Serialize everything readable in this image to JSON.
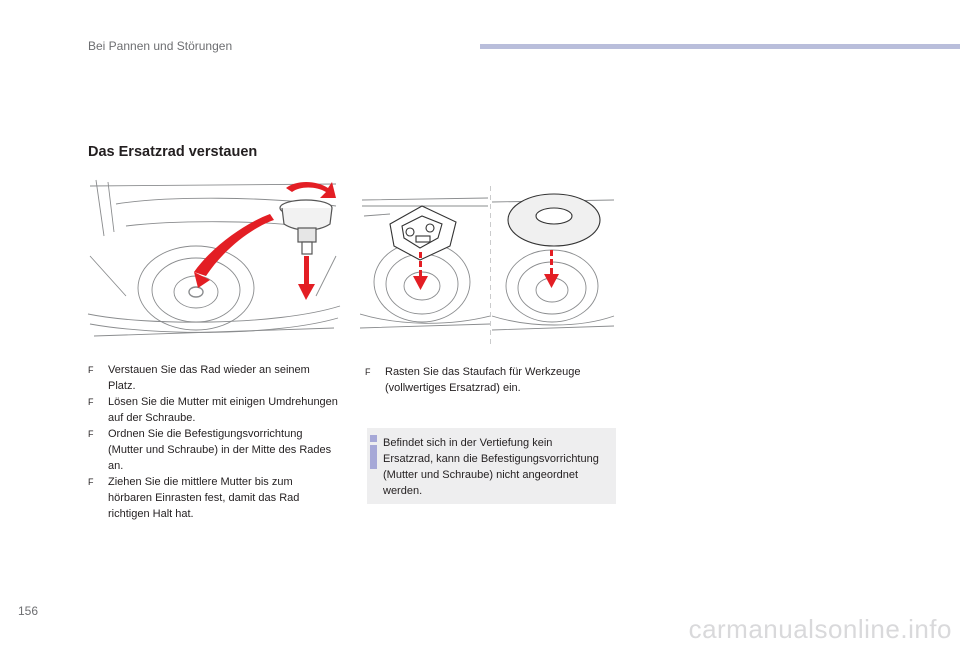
{
  "header": {
    "chapter": "Bei Pannen und Störungen"
  },
  "section": {
    "title": "Das Ersatzrad verstauen"
  },
  "steps_left": [
    {
      "bullet": "F",
      "text": "Verstauen Sie das Rad wieder an seinem Platz."
    },
    {
      "bullet": "F",
      "text": "Lösen Sie die Mutter mit einigen Umdrehungen auf der Schraube."
    },
    {
      "bullet": "F",
      "text": "Ordnen Sie die Befestigungsvorrichtung (Mutter und Schraube) in der Mitte des Rades an."
    },
    {
      "bullet": "F",
      "text": "Ziehen Sie die mittlere Mutter bis zum hörbaren Einrasten fest, damit das Rad richtigen Halt hat."
    }
  ],
  "steps_right": [
    {
      "bullet": "F",
      "text": "Rasten Sie das Staufach für Werkzeuge (vollwertiges Ersatzrad) ein."
    }
  ],
  "info": {
    "text": "Befindet sich in der Vertiefung kein Ersatzrad, kann die Befestigungsvorrichtung (Mutter und Schraube) nicht angeordnet werden."
  },
  "page_number": "156",
  "watermark": "carmanualsonline.info",
  "colors": {
    "accent_red": "#e31e24",
    "header_bar": "#b9bedb",
    "info_icon": "#a6a8d7",
    "info_bg": "#eeeeef"
  }
}
